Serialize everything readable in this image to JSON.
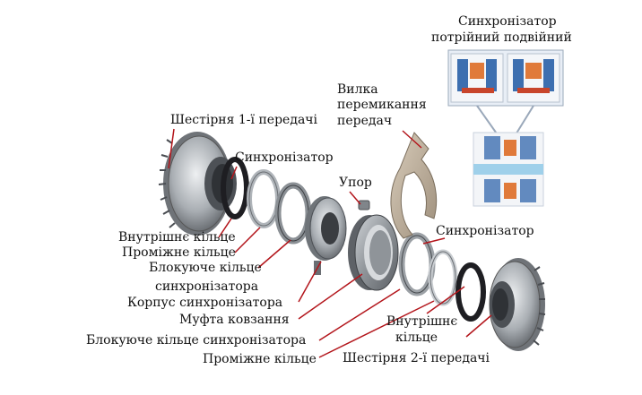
{
  "labels": {
    "gear1": "Шестірня 1-ї передачі",
    "sync_top": "Синхронізатор",
    "fork_line1": "Вилка",
    "fork_line2": "перемикання",
    "fork_line3": "передач",
    "stop": "Упор",
    "sync_right": "Синхронізатор",
    "inner_ring_left": "Внутрішнє кільце",
    "middle_ring_left": "Проміжне кільце",
    "blocking_ring_line1": "Блокуюче кільце",
    "blocking_ring_line2": "синхронізатора",
    "sync_body": "Корпус синхронізатора",
    "sleeve": "Муфта ковзання",
    "blocking_ring_bottom": "Блокуюче кільце синхронізатора",
    "middle_ring_bottom": "Проміжне кільце",
    "inner_ring_right_line1": "Внутрішнє",
    "inner_ring_right_line2": "кільце",
    "gear2": "Шестірня 2-ї передачі"
  },
  "inset": {
    "title": "Синхронізатор",
    "subtitle": "потрійний подвійний"
  },
  "colors": {
    "leader": "#b3151b",
    "metal_dark": "#6b6f74",
    "metal_mid": "#9ea3a8",
    "metal_light": "#d6d9dc",
    "ring_black": "#1e1e22",
    "fork": "#c3b6a4",
    "inset_blue": "#3d6fb0",
    "inset_orange": "#e07a3a"
  }
}
